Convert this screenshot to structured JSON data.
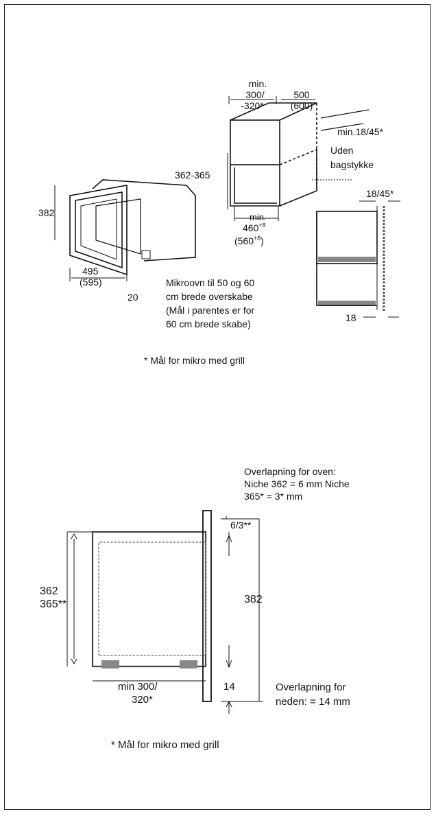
{
  "top": {
    "dim_min_label": "min.",
    "dim_width_300": "300/",
    "dim_width_320": "-320*",
    "dim_depth_500": "500",
    "dim_depth_600": "(600)",
    "back_gap": "min.18/45*",
    "no_back_1": "Uden",
    "no_back_2": "bagstykke",
    "niche_height": "362-365",
    "oven_height": "382",
    "min_depth_label": "min.",
    "min_depth_460": "460",
    "min_depth_460_sup": "+8",
    "min_depth_560": "(560",
    "min_depth_560_sup": "+8",
    "min_depth_560_close": ")",
    "side_18_45": "18/45*",
    "side_18": "18",
    "frame_495": "495",
    "frame_595": "(595)",
    "frame_20": "20",
    "desc_1": "Mikroovn til 50 og 60",
    "desc_2": "cm brede overskabe",
    "desc_3": "(Mål i parentes er for",
    "desc_4": "60 cm brede skabe)",
    "grill_note": "* Mål for mikro med grill"
  },
  "bottom": {
    "overlap_top_1": "Overlapning for oven:",
    "overlap_top_2": "Niche 362 = 6 mm Niche",
    "overlap_top_3": "365* = 3* mm",
    "dim_63": "6/3**",
    "dim_362": "362",
    "dim_365": "365**",
    "dim_382": "382",
    "dim_14": "14",
    "min_300": "min 300/",
    "min_320": "320*",
    "overlap_bottom_1": "Overlapning for",
    "overlap_bottom_2": "neden: = 14 mm",
    "footnote": "* Mål for mikro med grill"
  }
}
